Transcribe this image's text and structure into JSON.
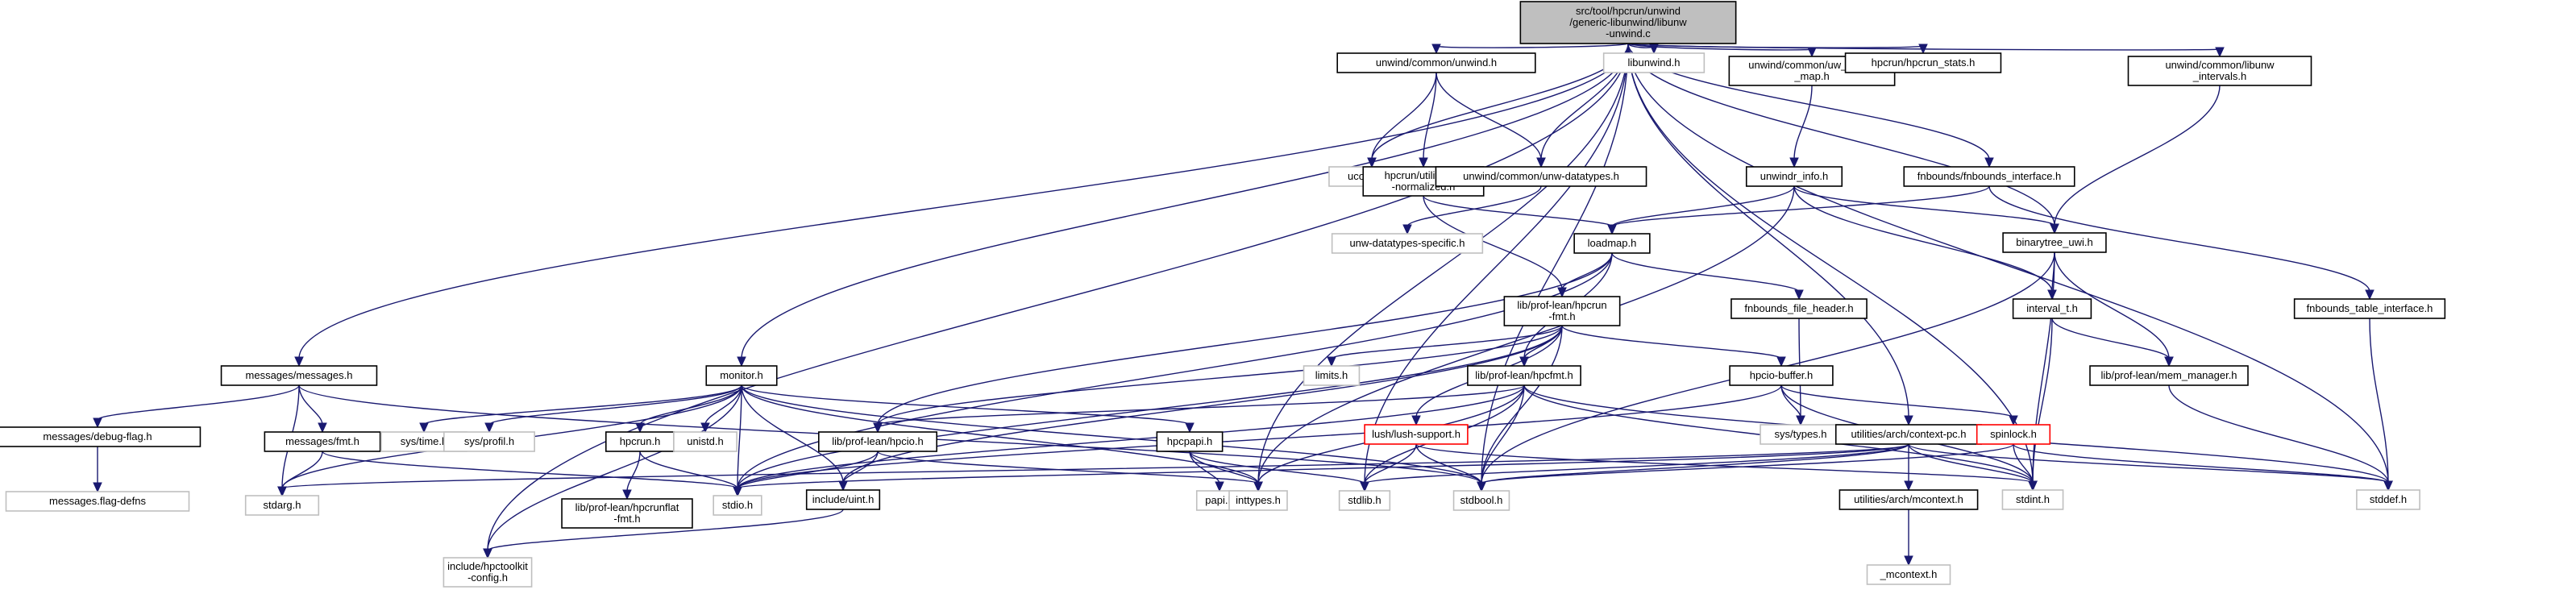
{
  "diagram": {
    "title": "Include dependency graph for src/tool/hpcrun/unwind/generic-libunwind/libunw-unwind.c",
    "colors": {
      "edge": "#191970",
      "root_fill": "#bfbfbf",
      "documented_border": "#000000",
      "undocumented_border": "#bfbfbf",
      "missing_border": "#ff0000",
      "node_fill": "#ffffff"
    },
    "nodes": [
      {
        "id": "root",
        "lines": [
          "src/tool/hpcrun/unwind",
          "/generic-libunwind/libunw",
          "-unwind.c"
        ],
        "kind": "root"
      },
      {
        "id": "unwind_h",
        "lines": [
          "unwind/common/unwind.h"
        ],
        "kind": "documented"
      },
      {
        "id": "libunwind_h",
        "lines": [
          "libunwind.h"
        ],
        "kind": "external"
      },
      {
        "id": "uw_recipe_map",
        "lines": [
          "unwind/common/uw_recipe",
          "_map.h"
        ],
        "kind": "documented"
      },
      {
        "id": "hpcrun_stats",
        "lines": [
          "hpcrun/hpcrun_stats.h"
        ],
        "kind": "documented"
      },
      {
        "id": "libunw_intervals",
        "lines": [
          "unwind/common/libunw",
          "_intervals.h"
        ],
        "kind": "documented"
      },
      {
        "id": "ucontext",
        "lines": [
          "ucontext.h"
        ],
        "kind": "external"
      },
      {
        "id": "ip_normalized",
        "lines": [
          "hpcrun/utilities/ip",
          "-normalized.h"
        ],
        "kind": "documented"
      },
      {
        "id": "unw_datatypes",
        "lines": [
          "unwind/common/unw-datatypes.h"
        ],
        "kind": "documented"
      },
      {
        "id": "unwindr_info",
        "lines": [
          "unwindr_info.h"
        ],
        "kind": "documented"
      },
      {
        "id": "fnbounds_interface",
        "lines": [
          "fnbounds/fnbounds_interface.h"
        ],
        "kind": "documented"
      },
      {
        "id": "unw_datatypes_specific",
        "lines": [
          "unw-datatypes-specific.h"
        ],
        "kind": "external"
      },
      {
        "id": "loadmap",
        "lines": [
          "loadmap.h"
        ],
        "kind": "documented"
      },
      {
        "id": "binarytree_uwi",
        "lines": [
          "binarytree_uwi.h"
        ],
        "kind": "documented"
      },
      {
        "id": "hpcrun_fmt",
        "lines": [
          "lib/prof-lean/hpcrun",
          "-fmt.h"
        ],
        "kind": "documented"
      },
      {
        "id": "fnbounds_file_header",
        "lines": [
          "fnbounds_file_header.h"
        ],
        "kind": "documented"
      },
      {
        "id": "interval_t",
        "lines": [
          "interval_t.h"
        ],
        "kind": "documented"
      },
      {
        "id": "fnbounds_table_interface",
        "lines": [
          "fnbounds_table_interface.h"
        ],
        "kind": "documented"
      },
      {
        "id": "messages_h",
        "lines": [
          "messages/messages.h"
        ],
        "kind": "documented"
      },
      {
        "id": "monitor_h",
        "lines": [
          "monitor.h"
        ],
        "kind": "documented"
      },
      {
        "id": "limits_h",
        "lines": [
          "limits.h"
        ],
        "kind": "external"
      },
      {
        "id": "hpcfmt",
        "lines": [
          "lib/prof-lean/hpcfmt.h"
        ],
        "kind": "documented"
      },
      {
        "id": "hpcio_buffer",
        "lines": [
          "hpcio-buffer.h"
        ],
        "kind": "documented"
      },
      {
        "id": "mem_manager",
        "lines": [
          "lib/prof-lean/mem_manager.h"
        ],
        "kind": "documented"
      },
      {
        "id": "debug_flag",
        "lines": [
          "messages/debug-flag.h"
        ],
        "kind": "documented"
      },
      {
        "id": "fmt_h",
        "lines": [
          "messages/fmt.h"
        ],
        "kind": "documented"
      },
      {
        "id": "sys_time",
        "lines": [
          "sys/time.h"
        ],
        "kind": "external"
      },
      {
        "id": "sys_profil",
        "lines": [
          "sys/profil.h"
        ],
        "kind": "external"
      },
      {
        "id": "hpcrun_h",
        "lines": [
          "hpcrun.h"
        ],
        "kind": "documented"
      },
      {
        "id": "unistd",
        "lines": [
          "unistd.h"
        ],
        "kind": "external"
      },
      {
        "id": "hpcio",
        "lines": [
          "lib/prof-lean/hpcio.h"
        ],
        "kind": "documented"
      },
      {
        "id": "hpcpapi",
        "lines": [
          "hpcpapi.h"
        ],
        "kind": "documented"
      },
      {
        "id": "lush_support",
        "lines": [
          "lush/lush-support.h"
        ],
        "kind": "missing"
      },
      {
        "id": "sys_types",
        "lines": [
          "sys/types.h"
        ],
        "kind": "external"
      },
      {
        "id": "context_pc",
        "lines": [
          "utilities/arch/context-pc.h"
        ],
        "kind": "documented"
      },
      {
        "id": "spinlock",
        "lines": [
          "spinlock.h"
        ],
        "kind": "missing"
      },
      {
        "id": "messages_flag_defns",
        "lines": [
          "messages.flag-defns"
        ],
        "kind": "external"
      },
      {
        "id": "stdarg",
        "lines": [
          "stdarg.h"
        ],
        "kind": "external"
      },
      {
        "id": "hpcrunflat_fmt",
        "lines": [
          "lib/prof-lean/hpcrunflat",
          "-fmt.h"
        ],
        "kind": "documented"
      },
      {
        "id": "stdio",
        "lines": [
          "stdio.h"
        ],
        "kind": "external"
      },
      {
        "id": "uint_h",
        "lines": [
          "include/uint.h"
        ],
        "kind": "documented"
      },
      {
        "id": "papi",
        "lines": [
          "papi.h"
        ],
        "kind": "external"
      },
      {
        "id": "inttypes",
        "lines": [
          "inttypes.h"
        ],
        "kind": "external"
      },
      {
        "id": "stdlib",
        "lines": [
          "stdlib.h"
        ],
        "kind": "external"
      },
      {
        "id": "stdbool",
        "lines": [
          "stdbool.h"
        ],
        "kind": "external"
      },
      {
        "id": "mcontext_h",
        "lines": [
          "utilities/arch/mcontext.h"
        ],
        "kind": "documented"
      },
      {
        "id": "stdint",
        "lines": [
          "stdint.h"
        ],
        "kind": "external"
      },
      {
        "id": "stddef",
        "lines": [
          "stddef.h"
        ],
        "kind": "external"
      },
      {
        "id": "hpctoolkit_config",
        "lines": [
          "include/hpctoolkit",
          "-config.h"
        ],
        "kind": "external"
      },
      {
        "id": "_mcontext",
        "lines": [
          "_mcontext.h"
        ],
        "kind": "external"
      }
    ],
    "edges": [
      [
        "root",
        "unwind_h"
      ],
      [
        "root",
        "libunwind_h"
      ],
      [
        "root",
        "uw_recipe_map"
      ],
      [
        "root",
        "hpcrun_stats"
      ],
      [
        "root",
        "libunw_intervals"
      ],
      [
        "root",
        "ucontext"
      ],
      [
        "root",
        "unw_datatypes"
      ],
      [
        "root",
        "binarytree_uwi"
      ],
      [
        "root",
        "fnbounds_interface"
      ],
      [
        "root",
        "messages_h"
      ],
      [
        "root",
        "monitor_h"
      ],
      [
        "root",
        "context_pc"
      ],
      [
        "root",
        "stdint"
      ],
      [
        "root",
        "stddef"
      ],
      [
        "root",
        "stdbool"
      ],
      [
        "root",
        "stdlib"
      ],
      [
        "root",
        "inttypes"
      ],
      [
        "root",
        "hpctoolkit_config"
      ],
      [
        "unwind_h",
        "ucontext"
      ],
      [
        "unwind_h",
        "ip_normalized"
      ],
      [
        "unwind_h",
        "unw_datatypes"
      ],
      [
        "uw_recipe_map",
        "unwindr_info"
      ],
      [
        "libunw_intervals",
        "binarytree_uwi"
      ],
      [
        "ip_normalized",
        "loadmap"
      ],
      [
        "ip_normalized",
        "hpcrun_fmt"
      ],
      [
        "unw_datatypes",
        "unw_datatypes_specific"
      ],
      [
        "unwindr_info",
        "loadmap"
      ],
      [
        "unwindr_info",
        "binarytree_uwi"
      ],
      [
        "unwindr_info",
        "interval_t"
      ],
      [
        "unwindr_info",
        "inttypes"
      ],
      [
        "fnbounds_interface",
        "loadmap"
      ],
      [
        "fnbounds_interface",
        "fnbounds_table_interface"
      ],
      [
        "loadmap",
        "hpcrun_fmt"
      ],
      [
        "loadmap",
        "fnbounds_file_header"
      ],
      [
        "loadmap",
        "hpcfmt"
      ],
      [
        "loadmap",
        "stdio"
      ],
      [
        "loadmap",
        "hpcio"
      ],
      [
        "binarytree_uwi",
        "interval_t"
      ],
      [
        "binarytree_uwi",
        "mem_manager"
      ],
      [
        "binarytree_uwi",
        "stdint"
      ],
      [
        "binarytree_uwi",
        "stdbool"
      ],
      [
        "hpcrun_fmt",
        "limits_h"
      ],
      [
        "hpcrun_fmt",
        "hpcfmt"
      ],
      [
        "hpcrun_fmt",
        "hpcio_buffer"
      ],
      [
        "hpcrun_fmt",
        "lush_support"
      ],
      [
        "hpcrun_fmt",
        "stdbool"
      ],
      [
        "hpcrun_fmt",
        "stdio"
      ],
      [
        "hpcrun_fmt",
        "uint_h"
      ],
      [
        "hpcrun_fmt",
        "hpcio"
      ],
      [
        "fnbounds_file_header",
        "sys_types"
      ],
      [
        "interval_t",
        "mem_manager"
      ],
      [
        "interval_t",
        "stdint"
      ],
      [
        "fnbounds_table_interface",
        "stddef"
      ],
      [
        "mem_manager",
        "stddef"
      ],
      [
        "messages_h",
        "debug_flag"
      ],
      [
        "messages_h",
        "fmt_h"
      ],
      [
        "messages_h",
        "stdarg"
      ],
      [
        "messages_h",
        "stdbool"
      ],
      [
        "debug_flag",
        "messages_flag_defns"
      ],
      [
        "fmt_h",
        "stdarg"
      ],
      [
        "fmt_h",
        "stdio"
      ],
      [
        "monitor_h",
        "sys_time"
      ],
      [
        "monitor_h",
        "sys_profil"
      ],
      [
        "monitor_h",
        "hpcrun_h"
      ],
      [
        "monitor_h",
        "unistd"
      ],
      [
        "monitor_h",
        "stdio"
      ],
      [
        "monitor_h",
        "uint_h"
      ],
      [
        "monitor_h",
        "stdarg"
      ],
      [
        "monitor_h",
        "hpcpapi"
      ],
      [
        "monitor_h",
        "inttypes"
      ],
      [
        "monitor_h",
        "hpctoolkit_config"
      ],
      [
        "monitor_h",
        "stdbool"
      ],
      [
        "hpcrun_h",
        "hpcrunflat_fmt"
      ],
      [
        "hpcrun_h",
        "stdio"
      ],
      [
        "hpcfmt",
        "hpcio"
      ],
      [
        "hpcfmt",
        "stdio"
      ],
      [
        "hpcfmt",
        "inttypes"
      ],
      [
        "hpcfmt",
        "stdlib"
      ],
      [
        "hpcfmt",
        "stdbool"
      ],
      [
        "hpcfmt",
        "stdint"
      ],
      [
        "hpcfmt",
        "stddef"
      ],
      [
        "hpcio_buffer",
        "sys_types"
      ],
      [
        "hpcio_buffer",
        "stdio"
      ],
      [
        "hpcio_buffer",
        "spinlock"
      ],
      [
        "hpcio_buffer",
        "stdint"
      ],
      [
        "hpcio",
        "stdio"
      ],
      [
        "hpcio",
        "uint_h"
      ],
      [
        "hpcio",
        "inttypes"
      ],
      [
        "hpcpapi",
        "papi"
      ],
      [
        "hpcpapi",
        "inttypes"
      ],
      [
        "hpcpapi",
        "stdlib"
      ],
      [
        "lush_support",
        "stdlib"
      ],
      [
        "lush_support",
        "stdbool"
      ],
      [
        "lush_support",
        "stdint"
      ],
      [
        "context_pc",
        "mcontext_h"
      ],
      [
        "context_pc",
        "stdint"
      ],
      [
        "context_pc",
        "stddef"
      ],
      [
        "context_pc",
        "stdbool"
      ],
      [
        "context_pc",
        "stdio"
      ],
      [
        "context_pc",
        "stdarg"
      ],
      [
        "context_pc",
        "stdlib"
      ],
      [
        "spinlock",
        "stdint"
      ],
      [
        "spinlock",
        "stddef"
      ],
      [
        "spinlock",
        "stdbool"
      ],
      [
        "mcontext_h",
        "_mcontext"
      ],
      [
        "uint_h",
        "hpctoolkit_config"
      ]
    ]
  }
}
